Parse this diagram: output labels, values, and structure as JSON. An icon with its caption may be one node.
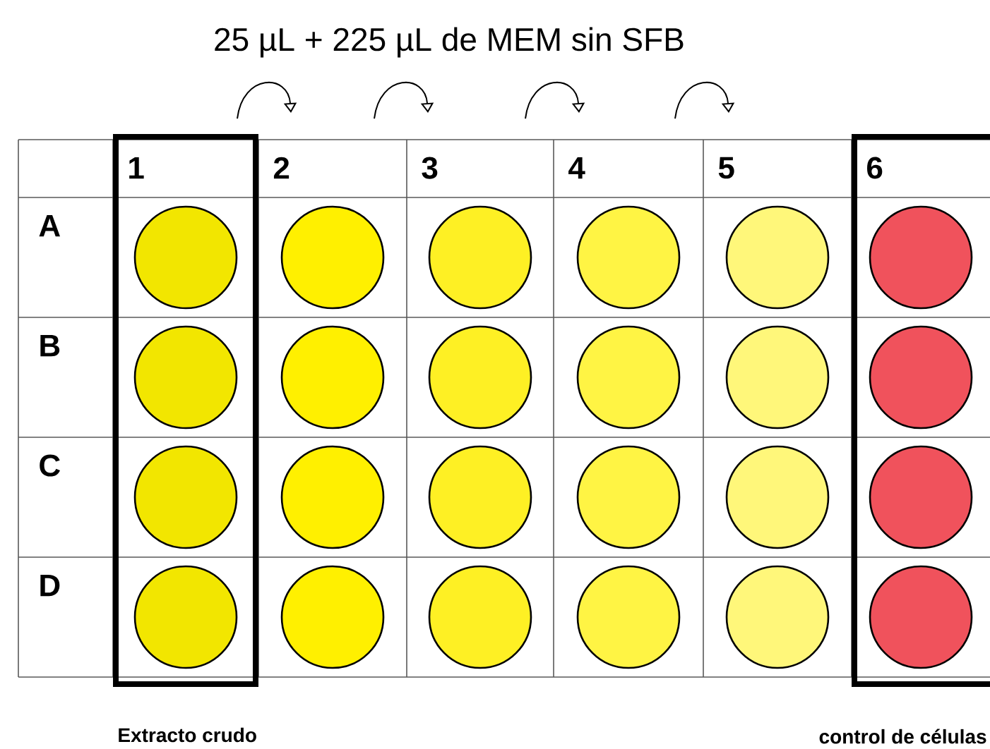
{
  "diagram": {
    "title": "25 µL + 225 µL de MEM sin SFB",
    "labels": [
      "1",
      "2",
      "3",
      "4",
      "5",
      "6",
      "A",
      "B",
      "C",
      "D",
      "Extracto crudo",
      "control de células"
    ]
  }
}
